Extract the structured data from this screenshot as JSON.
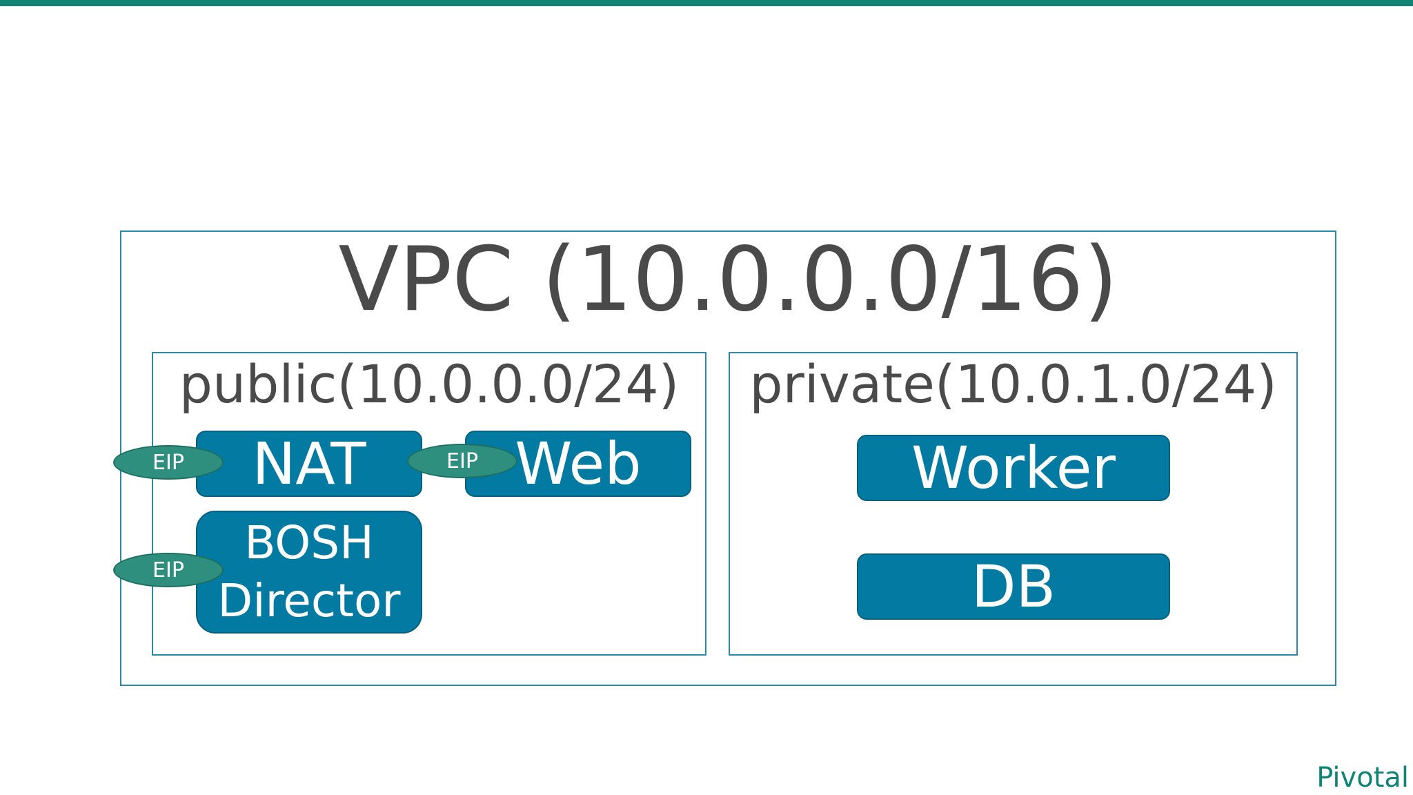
{
  "colors": {
    "accent_bar": "#0f8374",
    "border": "#2a8aa6",
    "node_fill": "#037aa1",
    "eip_fill": "#2f8f7f",
    "text_dark": "#4a4a4a",
    "logo": "#0f8374"
  },
  "vpc": {
    "title": "VPC (10.0.0.0/16)"
  },
  "subnets": {
    "public": {
      "label": "public(10.0.0.0/24)",
      "nodes": {
        "nat": "NAT",
        "web": "Web",
        "bosh": "BOSH\nDirector"
      },
      "eips": {
        "nat": "EIP",
        "web": "EIP",
        "bosh": "EIP"
      }
    },
    "private": {
      "label": "private(10.0.1.0/24)",
      "nodes": {
        "worker": "Worker",
        "db": "DB"
      }
    }
  },
  "brand": {
    "logo_text": "Pivotal"
  }
}
